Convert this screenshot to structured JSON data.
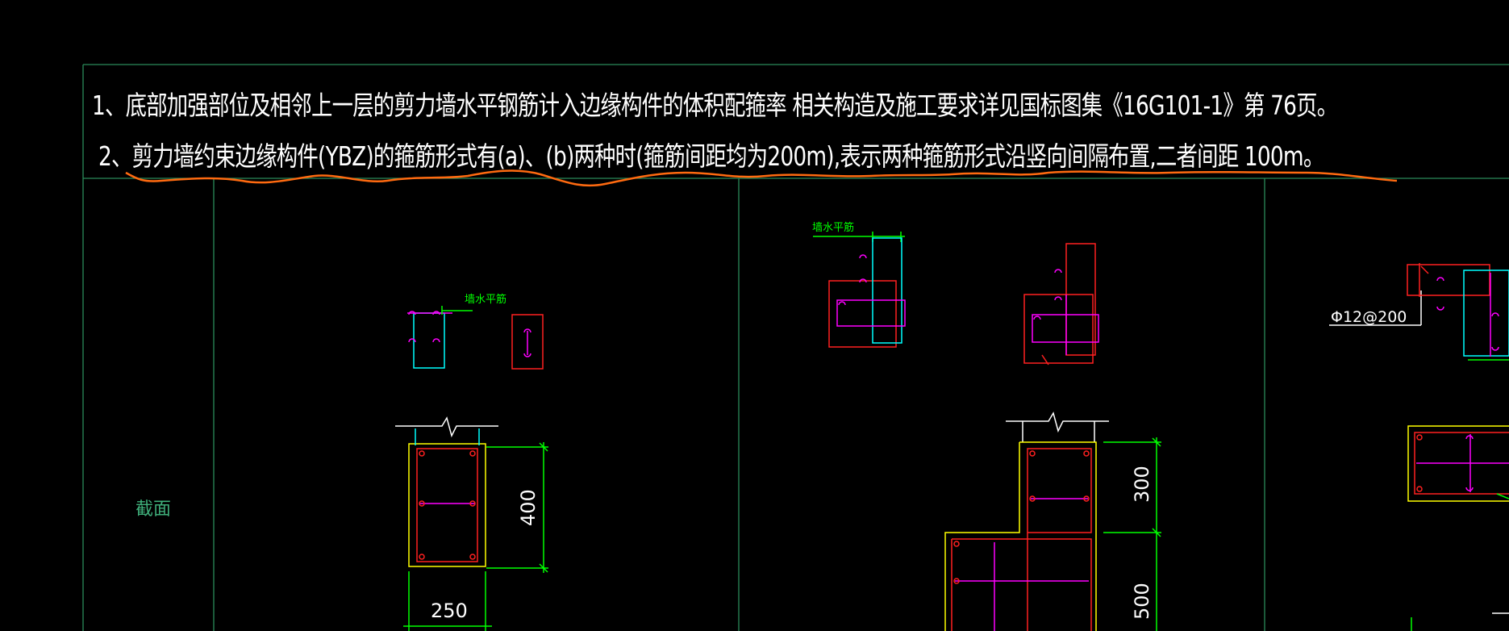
{
  "notes": {
    "line1": "1、底部加强部位及相邻上一层的剪力墙水平钢筋计入边缘构件的体积配箍率 相关构造及施工要求详见国标图集《16G101-1》第 76页。",
    "line2": "2、剪力墙约束边缘构件(YBZ)的箍筋形式有(a)、(b)两种时(箍筋间距均为200m),表示两种箍筋形式沿竖向间隔布置,二者间距 100m。"
  },
  "table": {
    "row_label": "截面"
  },
  "details": {
    "wall_horizontal_label_1": "墙水平筋",
    "wall_horizontal_label_2": "墙水平筋",
    "rebar_spec": "Φ12@200"
  },
  "dimensions": {
    "col1_height": "400",
    "col1_width": "250",
    "col2_upper": "300",
    "col2_lower": "500"
  },
  "colors": {
    "background": "#000000",
    "grid_line": "#2a8a5a",
    "text": "#ffffff",
    "markup_stroke": "#ff6a10",
    "dimension": "#00ff00",
    "outline": "#ffff00",
    "stirrup": "#ff2020",
    "tie": "#ff00ff",
    "cyan": "#00ffff",
    "label_green": "#3fae7a"
  }
}
